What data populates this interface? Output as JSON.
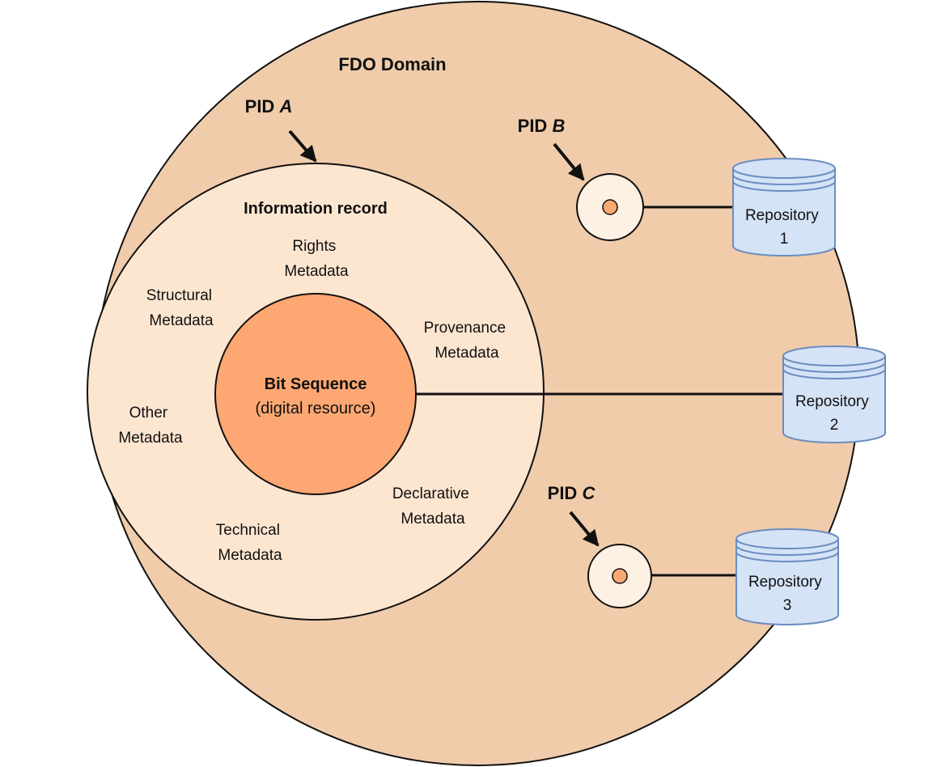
{
  "domain_title": "FDO Domain",
  "pids": {
    "a": {
      "prefix": "PID",
      "letter": "A"
    },
    "b": {
      "prefix": "PID",
      "letter": "B"
    },
    "c": {
      "prefix": "PID",
      "letter": "C"
    }
  },
  "information_record": {
    "title": "Information record",
    "metadata": {
      "rights": [
        "Rights",
        "Metadata"
      ],
      "structural": [
        "Structural",
        "Metadata"
      ],
      "provenance": [
        "Provenance",
        "Metadata"
      ],
      "other": [
        "Other",
        "Metadata"
      ],
      "declarative": [
        "Declarative",
        "Metadata"
      ],
      "technical": [
        "Technical",
        "Metadata"
      ]
    }
  },
  "bit_sequence": {
    "title": "Bit Sequence",
    "subtitle": "(digital resource)"
  },
  "repositories": [
    {
      "name": "Repository",
      "number": "1"
    },
    {
      "name": "Repository",
      "number": "2"
    },
    {
      "name": "Repository",
      "number": "3"
    }
  ],
  "colors": {
    "domain_fill": "#f0ccab",
    "record_fill": "#fde6d0",
    "bit_fill": "#fda773",
    "repo_fill": "#d5e3f7",
    "repo_stroke": "#6b8dbf",
    "stroke": "#111111"
  }
}
